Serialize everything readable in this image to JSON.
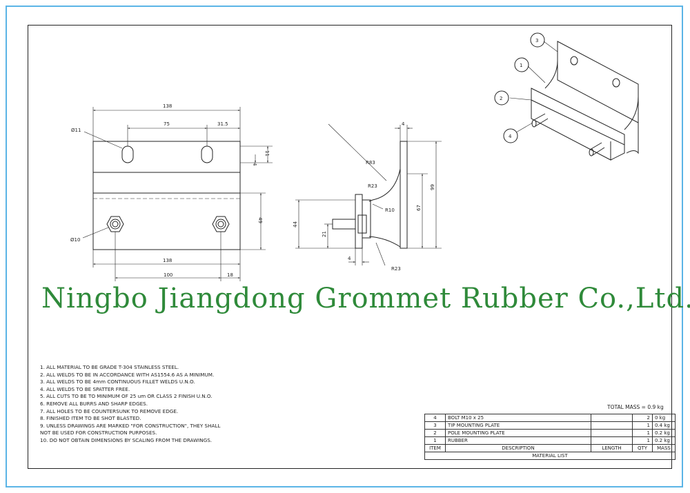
{
  "company_name": "Ningbo Jiangdong Grommet Rubber Co.,Ltd.",
  "front_view": {
    "dim_width_top": "138",
    "dim_hole_spacing": "75",
    "dim_hole_edge": "31.5",
    "dim_slot_height": "11",
    "dim_slot_offset": "4",
    "dim_slot_diameter": "Ø11",
    "dim_bolt_diameter": "Ø10",
    "dim_height": "49",
    "dim_width_bottom": "138",
    "dim_bolt_spacing": "100",
    "dim_bolt_edge": "18"
  },
  "side_view": {
    "dim_plate_thickness_top": "4",
    "dim_radius_large": "R83",
    "dim_radius_upper": "R23",
    "dim_radius_small": "R10",
    "dim_radius_lower": "R23",
    "dim_total_height": "99",
    "dim_mid_height": "67",
    "dim_base_height": "44",
    "dim_bolt_offset": "21",
    "dim_plate_thickness_bottom": "4"
  },
  "iso_view": {
    "balloons": [
      "3",
      "1",
      "2",
      "4"
    ]
  },
  "notes": [
    "1. ALL MATERIAL TO BE GRADE T-304 STAINLESS STEEL.",
    "2. ALL WELDS TO BE IN ACCORDANCE WITH AS1554.6 AS A MINIMUM.",
    "3. ALL WELDS TO BE 4mm CONTINUOUS FILLET WELDS U.N.O.",
    "4. ALL WELDS TO BE SPATTER FREE.",
    "5. ALL CUTS TO BE TO MINIMUM OF 25 um OR CLASS 2 FINISH U.N.O.",
    "6. REMOVE ALL BURRS AND SHARP EDGES.",
    "7. ALL HOLES TO BE COUNTERSUNK TO REMOVE EDGE.",
    "8. FINISHED ITEM TO BE SHOT BLASTED.",
    "9. UNLESS DRAWINGS ARE MARKED \"FOR CONSTRUCTION\", THEY SHALL",
    "NOT BE USED FOR CONSTRUCTION PURPOSES.",
    "10. DO NOT OBTAIN DIMENSIONS BY SCALING FROM THE DRAWINGS."
  ],
  "total_mass": "TOTAL MASS = 0.9 kg",
  "material_list": {
    "rows": [
      {
        "item": "4",
        "description": "BOLT M10 x 25",
        "length": "",
        "qty": "2",
        "mass": "0 kg"
      },
      {
        "item": "3",
        "description": "TIP MOUNTING PLATE",
        "length": "",
        "qty": "1",
        "mass": "0.4 kg"
      },
      {
        "item": "2",
        "description": "POLE MOUNTING PLATE",
        "length": "",
        "qty": "1",
        "mass": "0.2 kg"
      },
      {
        "item": "1",
        "description": "RUBBER",
        "length": "",
        "qty": "1",
        "mass": "0.2 kg"
      }
    ],
    "headers": {
      "item": "ITEM",
      "description": "DESCRIPTION",
      "length": "LENGTH",
      "qty": "QTY",
      "mass": "MASS"
    },
    "caption": "MATERIAL LIST"
  }
}
